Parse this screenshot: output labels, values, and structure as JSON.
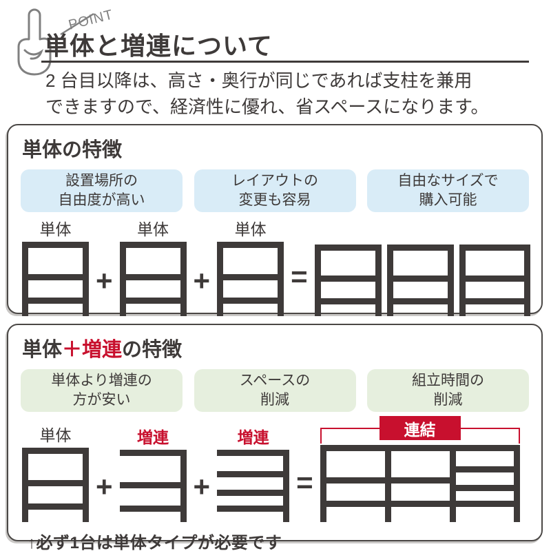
{
  "colors": {
    "ink_dark": "#3e3a39",
    "accent_red": "#c8102e",
    "pill_blue": "#d9ecf7",
    "pill_green": "#e6efde",
    "icon_gray": "#808080"
  },
  "header": {
    "point_label": "POINT",
    "title": "単体と増連について",
    "description_line1": "2 台目以降は、高さ・奥行が同じであれば支柱を兼用",
    "description_line2": "できますので、経済性に優れ、省スペースになります。"
  },
  "operators": {
    "plus": "+",
    "equals": "="
  },
  "section_tandoku": {
    "title": "単体の特徴",
    "pills": [
      {
        "line1": "設置場所の",
        "line2": "自由度が高い"
      },
      {
        "line1": "レイアウトの",
        "line2": "変更も容易"
      },
      {
        "line1": "自由なサイズで",
        "line2": "購入可能"
      }
    ],
    "units": [
      "単体",
      "単体",
      "単体"
    ]
  },
  "section_zouren": {
    "title_prefix": "単体",
    "title_red": "＋増連",
    "title_suffix": "の特徴",
    "pills": [
      {
        "line1": "単体より増連の",
        "line2": "方が安い"
      },
      {
        "line1": "スペースの",
        "line2": "削減"
      },
      {
        "line1": "組立時間の",
        "line2": "削減"
      }
    ],
    "units": [
      "単体",
      "増連",
      "増連"
    ],
    "link_label": "連結",
    "note": "↑必ず1台は単体タイプが必要です"
  }
}
